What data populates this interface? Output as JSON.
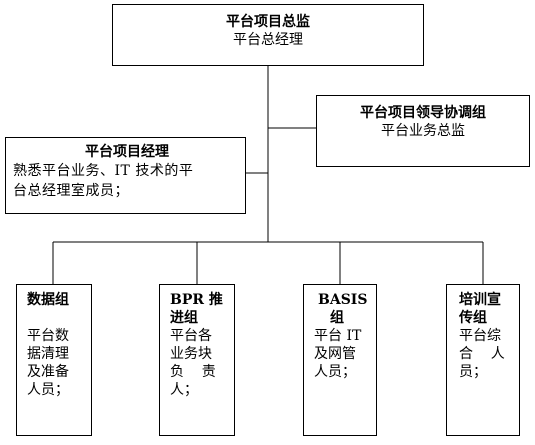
{
  "director": {
    "title": "平台项目总监",
    "subtitle": "平台总经理"
  },
  "coord_group": {
    "title": "平台项目领导协调组",
    "subtitle": "平台业务总监"
  },
  "manager": {
    "title": "平台项目经理",
    "desc_line1": "熟悉平台业务、IT 技术的平",
    "desc_line2": "台总经理室成员；"
  },
  "groups": [
    {
      "title": "数据组",
      "lines": [
        "平台数",
        "据清理",
        "及准备",
        "人员；"
      ]
    },
    {
      "title_line1": "BPR 推",
      "title_line2": "进组",
      "lines": [
        "平台各",
        "业务块",
        "负    责",
        "人；"
      ]
    },
    {
      "title_line1": "BASIS",
      "title_line2": "组",
      "lines": [
        "平台 IT",
        "及网管",
        "人员；"
      ]
    },
    {
      "title_line1": "培训宣",
      "title_line2": "传组",
      "lines": [
        "平台综",
        "合    人",
        "员；"
      ]
    }
  ]
}
